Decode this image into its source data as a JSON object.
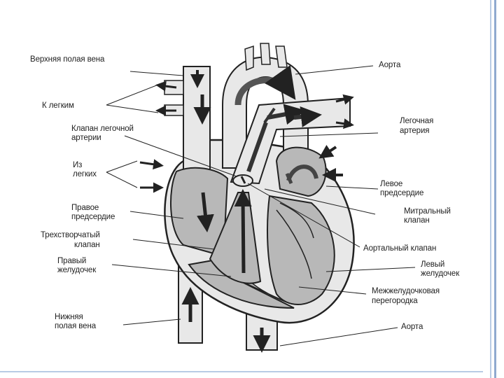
{
  "labels": {
    "superior_vena_cava": "Верхняя полая вена",
    "to_lungs": "К легким",
    "pulmonary_valve_1": "Клапан легочной",
    "pulmonary_valve_2": "артерии",
    "from_lungs_1": "Из",
    "from_lungs_2": "легких",
    "right_atrium_1": "Правое",
    "right_atrium_2": "предсердие",
    "tricuspid_1": "Трехстворчатый",
    "tricuspid_2": "клапан",
    "right_ventricle_1": "Правый",
    "right_ventricle_2": "желудочек",
    "inferior_vena_cava_1": "Нижняя",
    "inferior_vena_cava_2": "полая вена",
    "aorta_top": "Аорта",
    "pulmonary_artery_1": "Легочная",
    "pulmonary_artery_2": "артерия",
    "left_atrium_1": "Левое",
    "left_atrium_2": "предсердие",
    "mitral_1": "Митральный",
    "mitral_2": "клапан",
    "aortic_valve": "Аортальный клапан",
    "left_ventricle_1": "Левый",
    "left_ventricle_2": "желудочек",
    "septum_1": "Межжелудочковая",
    "septum_2": "перегородка",
    "aorta_bottom": "Аорта"
  },
  "colors": {
    "chamber_fill": "#b8b8b8",
    "vessel_fill": "#e8e8e8",
    "outline": "#222222",
    "frame_accent": "#8fa9cf"
  }
}
